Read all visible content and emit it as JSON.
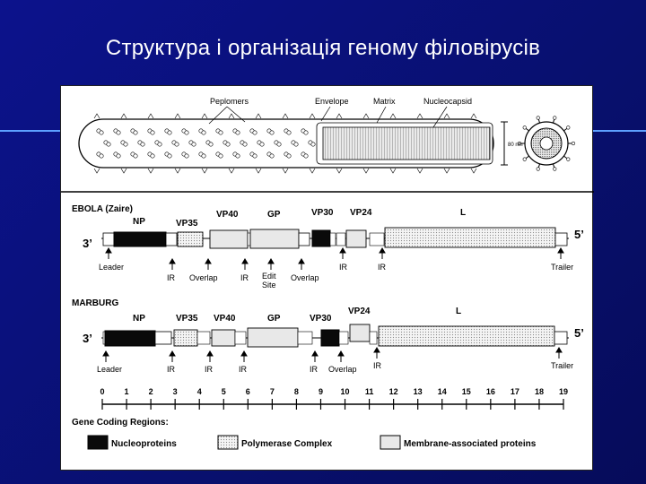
{
  "slide": {
    "title": "Структура і організація геному філовірусів"
  },
  "virion": {
    "labels": {
      "peplomers": "Peplomers",
      "envelope": "Envelope",
      "matrix": "Matrix",
      "nucleocapsid": "Nucleocapsid"
    },
    "diameter": "80 nm"
  },
  "ebola": {
    "name": "EBOLA (Zaire)",
    "end3": "3’",
    "end5": "5’",
    "genes": {
      "np": "NP",
      "vp35": "VP35",
      "vp40": "VP40",
      "gp": "GP",
      "vp30": "VP30",
      "vp24": "VP24",
      "l": "L"
    },
    "annotations": {
      "leader": "Leader",
      "ir1": "IR",
      "overlap1": "Overlap",
      "ir2": "IR",
      "edit1": "Edit",
      "edit2": "Site",
      "overlap2": "Overlap",
      "ir3": "IR",
      "ir4": "IR",
      "trailer": "Trailer"
    }
  },
  "marburg": {
    "name": "MARBURG",
    "end3": "3’",
    "end5": "5’",
    "genes": {
      "np": "NP",
      "vp35": "VP35",
      "vp40": "VP40",
      "gp": "GP",
      "vp30": "VP30",
      "vp24": "VP24",
      "l": "L"
    },
    "annotations": {
      "leader": "Leader",
      "ir1": "IR",
      "ir2": "IR",
      "ir3": "IR",
      "ir4": "IR",
      "overlap": "Overlap",
      "ir5": "IR",
      "trailer": "Trailer"
    }
  },
  "scale": {
    "ticks": [
      "0",
      "1",
      "2",
      "3",
      "4",
      "5",
      "6",
      "7",
      "8",
      "9",
      "10",
      "11",
      "12",
      "13",
      "14",
      "15",
      "16",
      "17",
      "18",
      "19"
    ]
  },
  "legend": {
    "title": "Gene Coding Regions:",
    "nucleoproteins": "Nucleoproteins",
    "polymerase": "Polymerase Complex",
    "membrane": "Membrane-associated  proteins"
  }
}
